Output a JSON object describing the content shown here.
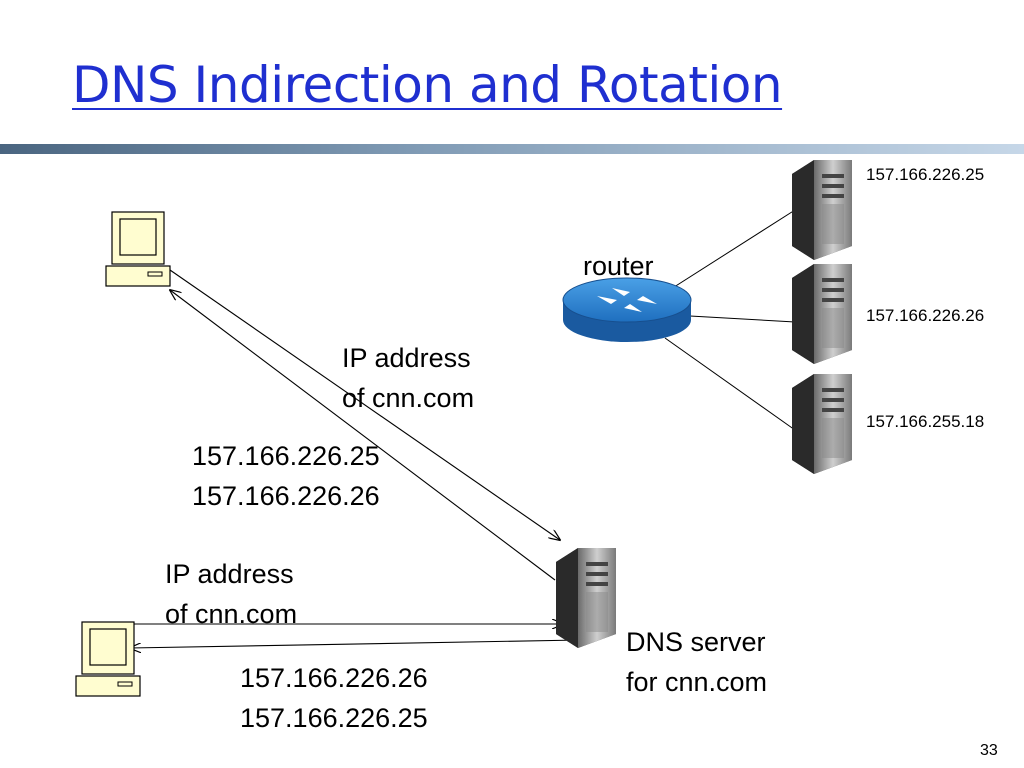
{
  "title": "DNS Indirection and Rotation",
  "router_label": "router",
  "servers": [
    {
      "ip": "157.166.226.25"
    },
    {
      "ip": "157.166.226.26"
    },
    {
      "ip": "157.166.255.18"
    }
  ],
  "query1": {
    "line1": "IP address",
    "line2": "of cnn.com"
  },
  "answer1": {
    "line1": "157.166.226.25",
    "line2": "157.166.226.26"
  },
  "query2": {
    "line1": "IP address",
    "line2": "of cnn.com"
  },
  "answer2": {
    "line1": "157.166.226.26",
    "line2": "157.166.226.25"
  },
  "dns_server": {
    "line1": "DNS server",
    "line2": "for cnn.com"
  },
  "page_number": "33",
  "colors": {
    "title": "#1f2fd0",
    "router": "#1f6fbf"
  }
}
